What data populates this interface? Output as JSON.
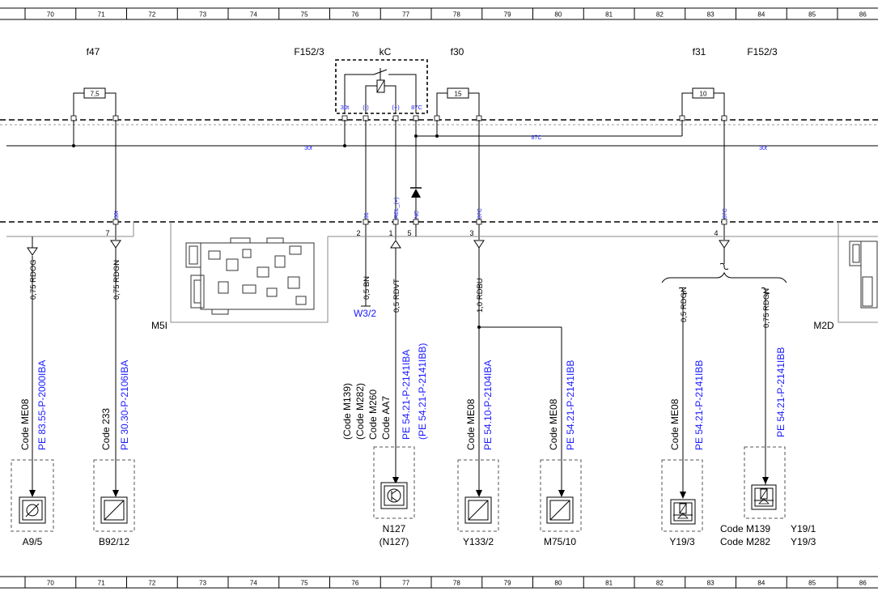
{
  "ruler": {
    "cells": [
      "70",
      "71",
      "72",
      "73",
      "74",
      "75",
      "76",
      "77",
      "78",
      "79",
      "80",
      "81",
      "82",
      "83",
      "84",
      "85",
      "86"
    ]
  },
  "fuses": {
    "f47": {
      "name": "f47",
      "rating": "7,5"
    },
    "f30": {
      "name": "f30",
      "rating": "15"
    },
    "f31": {
      "name": "f31",
      "rating": "10"
    }
  },
  "relay": {
    "name": "kC",
    "unit_left": "F152/3",
    "unit_right": "F152/3",
    "pins": [
      "30t",
      "(-)",
      "(+)",
      "87C"
    ]
  },
  "buses": {
    "bus_30t_left": "30t",
    "bus_30t_right": "30t",
    "bus_87c": "87C"
  },
  "connector": {
    "top_labels": [
      "30t",
      "31",
      "REL_(+)",
      "NC",
      "87C",
      "87C"
    ],
    "numbers": [
      "7",
      "2",
      "1",
      "5",
      "3",
      "4"
    ]
  },
  "modules": {
    "left": "M5I",
    "right": "M2D"
  },
  "ground": "W3/2",
  "wires": {
    "a9": "0,75 RDOG",
    "b92": "0,75 RDGN",
    "w3": "0,5 BN",
    "n127": "0,5 RDVT",
    "y133": "1,0 RDBU",
    "y19_1": "0,5 RDGN",
    "y19_3": "0,75 RDGN"
  },
  "refs": {
    "a9": "PE 83.55-P-2000IBA",
    "b92": "PE 30.30-P-2106IBA",
    "n127_a": "PE 54.21-P-2141IBA",
    "n127_b": "(PE 54.21-P-2141IBB)",
    "y133": "PE 54.10-P-2104IBA",
    "m75": "PE 54.21-P-2141IBB",
    "y19_1": "PE 54.21-P-2141IBB",
    "y19_3": "PE 54.21-P-2141IBB"
  },
  "codes": {
    "a9": "Code ME08",
    "b92": "Code 233",
    "n127": [
      "(Code M139)",
      "(Code M282)",
      "Code M260",
      "Code AA7"
    ],
    "y133": "Code ME08",
    "m75": "Code ME08",
    "y19_1": "Code ME08"
  },
  "components": {
    "a9": "A9/5",
    "b92": "B92/12",
    "n127_a": "N127",
    "n127_b": "(N127)",
    "y133": "Y133/2",
    "m75": "M75/10",
    "y19_single": "Y19/3",
    "code_m139": "Code M139",
    "code_m282": "Code M282",
    "y19_1": "Y19/1",
    "y19_3b": "Y19/3"
  },
  "colors": {
    "line": "#000000",
    "reference": "#1a1aff",
    "frame": "#555555"
  }
}
